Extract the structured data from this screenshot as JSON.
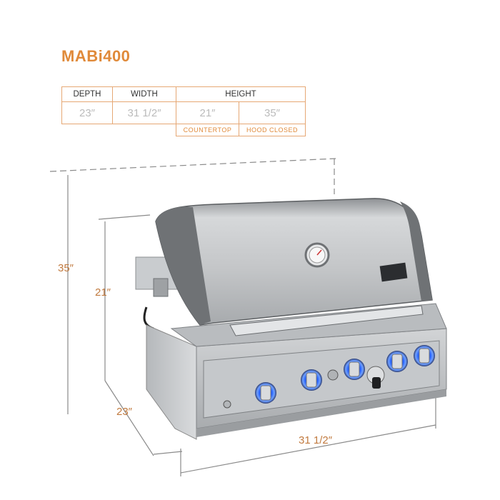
{
  "model": "MABi400",
  "table": {
    "headers": {
      "depth": "DEPTH",
      "width": "WIDTH",
      "height": "HEIGHT"
    },
    "values": {
      "depth": "23″",
      "width": "31 1/2″",
      "countertop": "21″",
      "hood_closed": "35″"
    },
    "subheaders": {
      "countertop": "COUNTERTOP",
      "hood_closed": "HOOD CLOSED"
    }
  },
  "dimension_labels": {
    "height_hood": "35″",
    "height_counter": "21″",
    "depth": "23″",
    "width": "31 1/2″"
  },
  "colors": {
    "accent": "#e08a3a",
    "dimension_line": "#8a8a8a",
    "steel": "#c9cbcd",
    "knob_glow": "#2f6cff"
  }
}
